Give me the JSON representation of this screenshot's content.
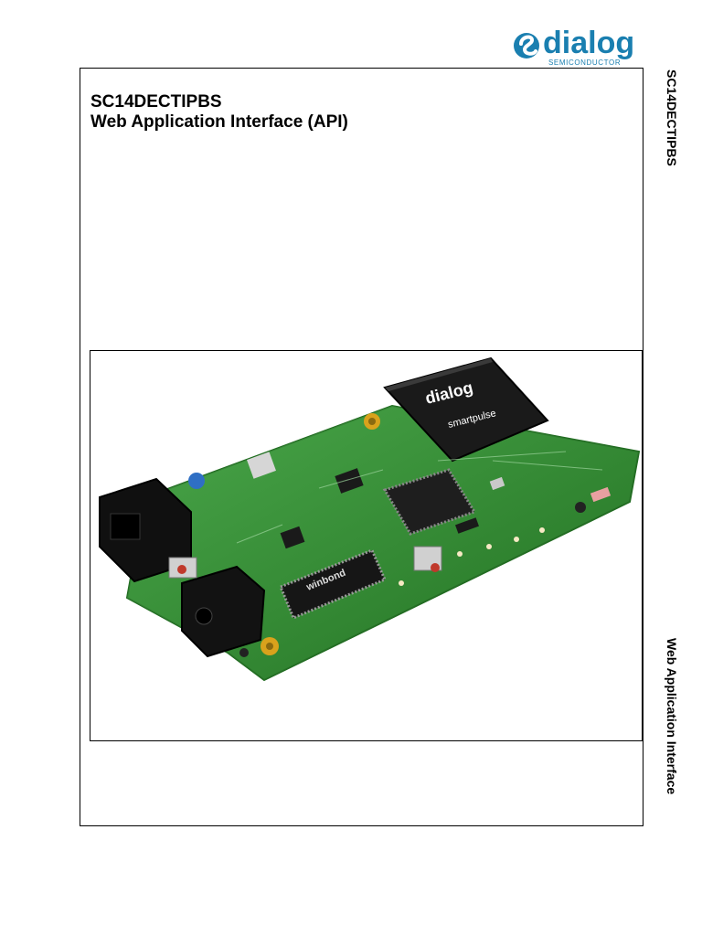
{
  "logo": {
    "brand": "dialog",
    "tagline": "SEMICONDUCTOR",
    "color": "#1a7fb0"
  },
  "document": {
    "title_line1": "SC14DECTIPBS",
    "title_line2": "Web Application Interface (API)"
  },
  "side_labels": {
    "top": "SC14DECTIPBS",
    "bottom": "Web Application Interface"
  },
  "product_photo": {
    "chip_brand": "dialog",
    "chip_product": "smartpulse",
    "memory_chip_label": "winbond",
    "pcb_color": "#2e8b2e"
  }
}
